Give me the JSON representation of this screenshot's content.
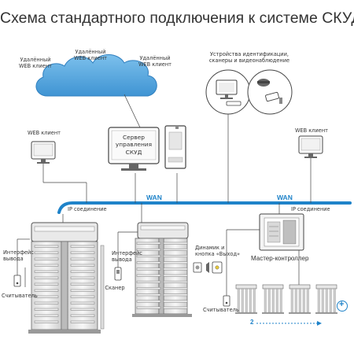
{
  "title": "Схема стандартного подключения к системе СКУД",
  "clients": {
    "remote_1": [
      "Удалённый",
      "WEB клиент"
    ],
    "remote_2": [
      "Удалённый",
      "WEB клиент"
    ],
    "remote_3": [
      "Удалённый",
      "WEB клиент"
    ],
    "web_left": "WEB клиент",
    "web_right": "WEB клиент"
  },
  "devices_caption": [
    "Устройства идентификации,",
    "сканеры и видеонаблюдение"
  ],
  "server_caption": [
    "Сервер",
    "управления",
    "СКУД"
  ],
  "network": {
    "wan_1": "WAN",
    "wan_2": "WAN",
    "ip_left": "IP соединение",
    "ip_right": "IP соединение"
  },
  "turnstile_left": {
    "interface": [
      "Интерфейс",
      "вывода"
    ],
    "reader": "Считыватель"
  },
  "turnstile_mid": {
    "interface": [
      "Интерфейс",
      "вывода"
    ],
    "scanner": "Сканер",
    "speaker": [
      "Динамик и",
      "кнопка «Выход»"
    ]
  },
  "controller": {
    "caption": "Мастер-контроллер",
    "reader": "Считыватель",
    "count_label": "2",
    "plus_symbol": "+"
  },
  "colors": {
    "wan_line": "#1f83c9",
    "cloud_fill": "#5aa8de",
    "cloud_stroke": "#2f7fbf",
    "outline": "#555555"
  }
}
